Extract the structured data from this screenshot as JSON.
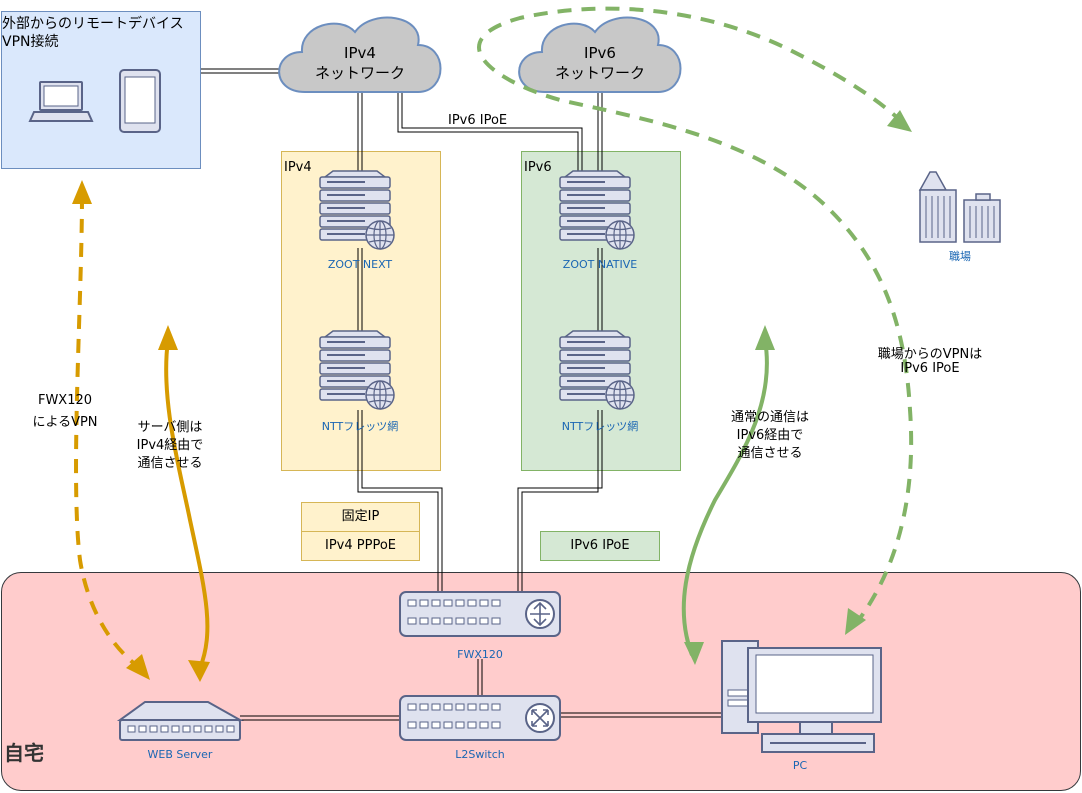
{
  "remote": {
    "title_line1": "外部からのリモートデバイス",
    "title_line2": "VPN接続"
  },
  "clouds": {
    "ipv4": {
      "line1": "IPv4",
      "line2": "ネットワーク"
    },
    "ipv6": {
      "line1": "IPv6",
      "line2": "ネットワーク"
    }
  },
  "link_ipv6_ipoe": "IPv6 IPoE",
  "panel_ipv4": {
    "label": "IPv4",
    "top_server": "ZOOT NEXT",
    "bottom_server": "NTTフレッツ網"
  },
  "panel_ipv6": {
    "label": "IPv6",
    "top_server": "ZOOT NATIVE",
    "bottom_server": "NTTフレッツ網"
  },
  "office": {
    "label": "職場"
  },
  "tags": {
    "fixed_ip": "固定IP",
    "ipv4_pppoe": "IPv4 PPPoE",
    "ipv6_ipoe": "IPv6 IPoE"
  },
  "home": {
    "label": "自宅",
    "router": "FWX120",
    "switch": "L2Switch",
    "web_server": "WEB Server",
    "pc": "PC"
  },
  "notes": {
    "fwx_vpn": [
      "FWX120",
      "によるVPN"
    ],
    "server_ipv4": [
      "サーバ側は",
      "IPv4経由で",
      "通信させる"
    ],
    "normal_ipv6": [
      "通常の通信は",
      "IPv6経由で",
      "通信させる"
    ],
    "office_vpn": [
      "職場からのVPNは",
      "IPv6 IPoE"
    ]
  },
  "colors": {
    "remote_fill": "#dae8fc",
    "remote_border": "#6c8ebf",
    "ipv4_fill": "#fff2cc",
    "ipv4_border": "#d6b656",
    "ipv6_fill": "#d5e8d4",
    "ipv6_border": "#82b366",
    "home_fill": "#ffcccc",
    "home_border": "#36393d",
    "cloud_fill": "#c8c8c8",
    "cloud_border": "#6c8ebf",
    "device_fill": "#dfe2ef",
    "device_stroke": "#5a6488",
    "arrow_orange": "#d79b00",
    "arrow_green": "#82b366"
  }
}
